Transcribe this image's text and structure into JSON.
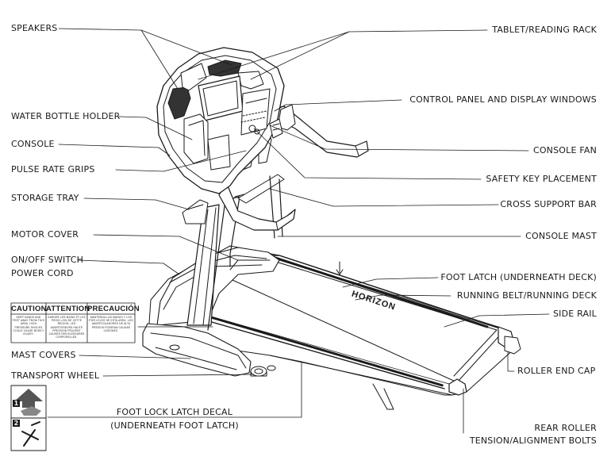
{
  "labels_left": [
    {
      "key": "speakers",
      "text": "SPEAKERS"
    },
    {
      "key": "water_bottle_holder",
      "text": "WATER BOTTLE HOLDER"
    },
    {
      "key": "console",
      "text": "CONSOLE"
    },
    {
      "key": "pulse_rate_grips",
      "text": "PULSE RATE GRIPS"
    },
    {
      "key": "storage_tray",
      "text": "STORAGE TRAY"
    },
    {
      "key": "motor_cover",
      "text": "MOTOR COVER"
    },
    {
      "key": "onoff_switch",
      "text": "ON/OFF SWITCH"
    },
    {
      "key": "power_cord",
      "text": "POWER CORD"
    },
    {
      "key": "mast_covers",
      "text": "MAST COVERS"
    },
    {
      "key": "transport_wheel",
      "text": "TRANSPORT WHEEL"
    }
  ],
  "labels_right": [
    {
      "key": "tablet_rack",
      "text": "TABLET/READING RACK"
    },
    {
      "key": "control_panel",
      "text": "CONTROL PANEL AND DISPLAY WINDOWS"
    },
    {
      "key": "console_fan",
      "text": "CONSOLE FAN"
    },
    {
      "key": "safety_key",
      "text": "SAFETY KEY PLACEMENT"
    },
    {
      "key": "cross_support_bar",
      "text": "CROSS SUPPORT BAR"
    },
    {
      "key": "console_mast",
      "text": "CONSOLE MAST"
    },
    {
      "key": "foot_latch",
      "text": "FOOT LATCH (UNDERNEATH DECK)"
    },
    {
      "key": "running_belt",
      "text": "RUNNING BELT/RUNNING DECK"
    },
    {
      "key": "side_rail",
      "text": "SIDE RAIL"
    },
    {
      "key": "roller_end_cap",
      "text": "ROLLER END CAP"
    }
  ],
  "labels_bottom": {
    "foot_lock_line1": "FOOT LOCK LATCH DECAL",
    "foot_lock_line2": "(UNDERNEATH FOOT LATCH)",
    "rear_roller_line1": "REAR ROLLER",
    "rear_roller_line2": "TENSION/ALIGNMENT BOLTS"
  },
  "warning_decal": {
    "headings": [
      "CAUTION",
      "ATTENTION",
      "PRECAUCIÓN"
    ],
    "body": [
      "KEEP HANDS AND FEET AWAY FROM THIS AREA. HIGH PRESSURE SHOCKS COULD CAUSE BODILY INJURY.",
      "GARDER LES MAINS ET LES PIEDS LOIN DE CETTE REGION. LES AMORTISSEURS HAUTE PRESSION PEUVENT CAUSER DES BLESSURES CORPORELLES.",
      "MANTENGA LAS MANOS Y LOS PIES LEJOS DE ESTA AREA. LOS AMORTIGUADORES DE ALTA PRESION PODRIAN CAUSAR LESIONES."
    ]
  },
  "foot_lock_decal_steps": [
    "1",
    "2"
  ],
  "brand_text": "HORIZON"
}
